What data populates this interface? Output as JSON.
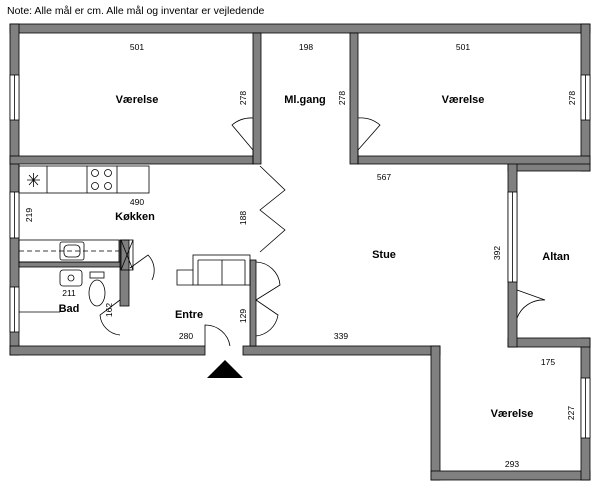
{
  "note": "Note: Alle mål er cm. Alle mål og inventar er vejledende",
  "rooms": {
    "vaerelse_left": "Værelse",
    "ml_gang": "Ml.gang",
    "vaerelse_right": "Værelse",
    "kokken": "Køkken",
    "stue": "Stue",
    "altan": "Altan",
    "bad": "Bad",
    "entre": "Entre",
    "vaerelse_bottom": "Værelse"
  },
  "dims": {
    "d501_left": "501",
    "d198": "198",
    "d501_right": "501",
    "d278_left": "278",
    "d278_mid": "278",
    "d278_right": "278",
    "d567": "567",
    "d490": "490",
    "d219": "219",
    "d188": "188",
    "d392": "392",
    "d211": "211",
    "d162": "162",
    "d129": "129",
    "d280": "280",
    "d339": "339",
    "d175": "175",
    "d227": "227",
    "d293": "293"
  },
  "colors": {
    "wall": "#808080",
    "wall_stroke": "#000000",
    "line": "#000000"
  }
}
